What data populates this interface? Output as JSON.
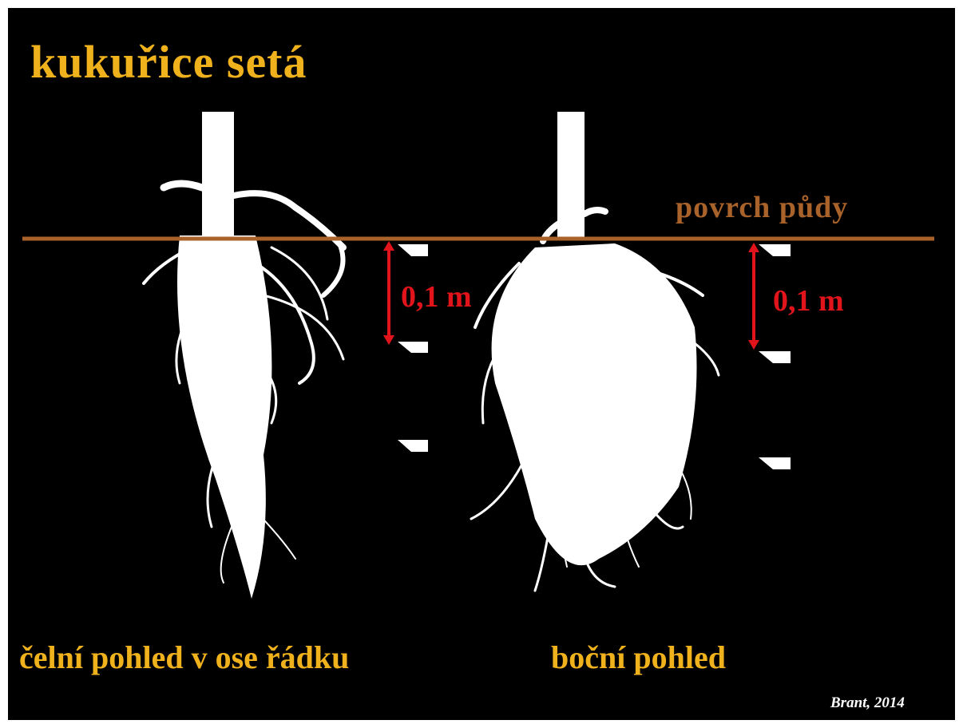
{
  "title": "kukuřice setá",
  "surface_label": "povrch půdy",
  "scale_left": "0,1 m",
  "scale_right": "0,1 m",
  "caption_left": "čelní pohled v ose řádku",
  "caption_right": "boční pohled",
  "credit": "Brant, 2014",
  "colors": {
    "background": "#000000",
    "title": "#F0B21C",
    "surface_line": "#A8622A",
    "scale_arrow": "#E0141A",
    "roots": "#ffffff"
  }
}
